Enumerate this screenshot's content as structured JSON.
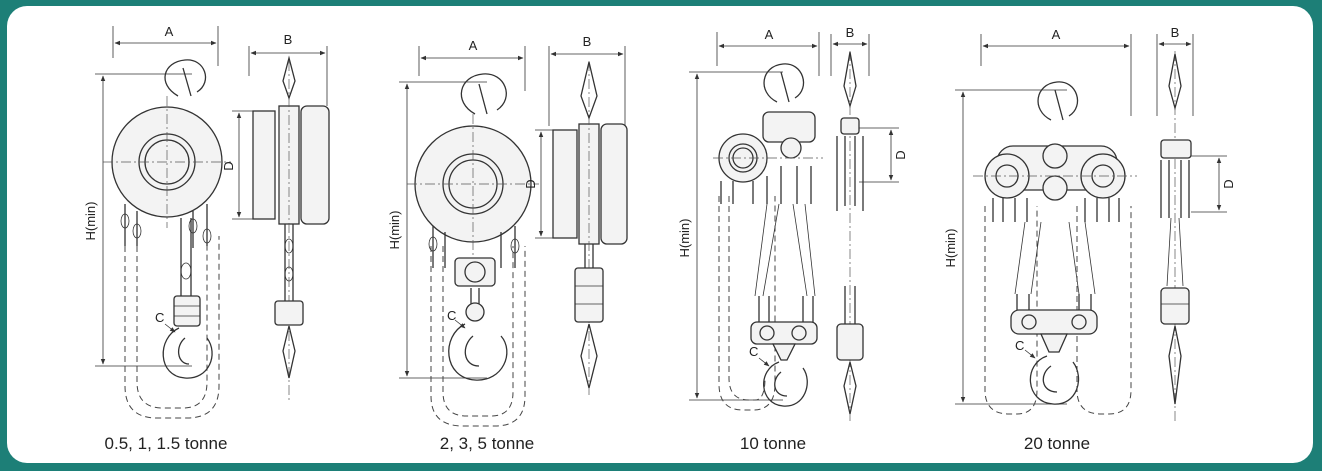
{
  "figures": [
    {
      "caption": "0.5, 1, 1.5 tonne",
      "labels": {
        "a": "A",
        "b": "B",
        "d": "D",
        "h": "H(min)",
        "c": "C"
      }
    },
    {
      "caption": "2, 3, 5 tonne",
      "labels": {
        "a": "A",
        "b": "B",
        "d": "D",
        "h": "H(min)",
        "c": "C"
      }
    },
    {
      "caption": "10 tonne",
      "labels": {
        "a": "A",
        "b": "B",
        "d": "D",
        "h": "H(min)",
        "c": "C"
      }
    },
    {
      "caption": "20 tonne",
      "labels": {
        "a": "A",
        "b": "B",
        "d": "D",
        "h": "H(min)",
        "c": "C"
      }
    }
  ],
  "colors": {
    "frame": "#1d7f77",
    "panel": "#ffffff",
    "line": "#333333"
  }
}
